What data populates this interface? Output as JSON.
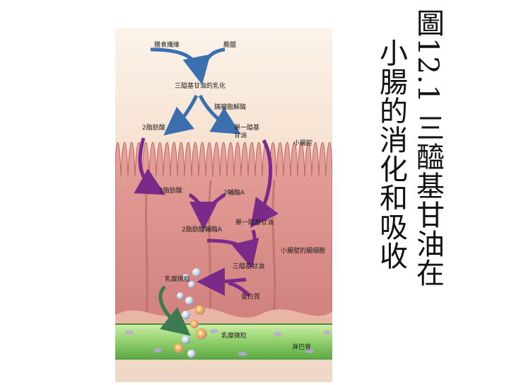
{
  "title": {
    "line1": "圖12.1 三醯基甘油在",
    "line2": "小腸的消化和吸收"
  },
  "labels": {
    "food_fat": "膳食纖維",
    "bile": "膽鹽",
    "emulsify": "三醯基甘油的乳化",
    "lipase": "胰臟脂解酶",
    "fatty_acid": "2脂肪酸",
    "monoglyceride": "單一醯基\n甘油",
    "lumen": "小腸腔",
    "fatty_acid2": "2脂肪酸",
    "coa": "2輔酶A",
    "acyl_coa": "2脂肪酸輔酶A",
    "monoglyceride2": "單一醯基甘油",
    "mucosal_cell": "小腸壁的腸細胞",
    "triglyceride": "三醯基甘油",
    "chylomicron": "乳糜微粒",
    "protein": "蛋白質",
    "chylomicron2": "乳糜微粒",
    "lymph": "淋巴管"
  },
  "colors": {
    "blue_arrow": "#3a6fb0",
    "purple_arrow": "#7b2a8a",
    "green_arrow": "#3c7a50",
    "cell": "#d98c88",
    "lumen_bg": "#f4dcc8",
    "lymph": "#8fcf6a"
  }
}
